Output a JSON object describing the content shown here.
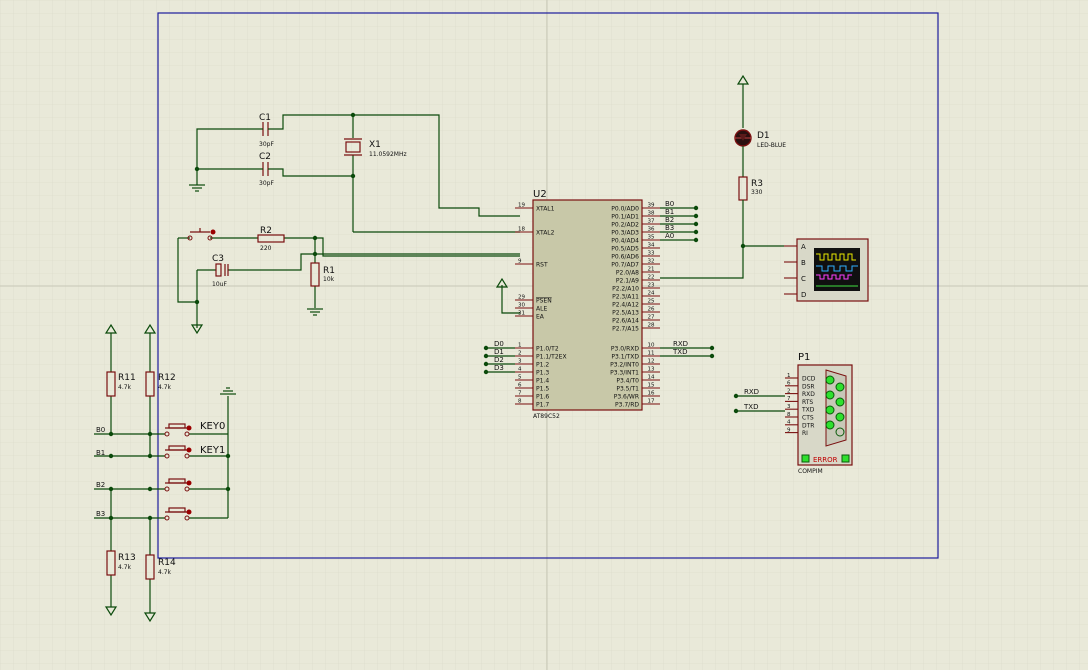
{
  "colors": {
    "background": "#e9e9d9",
    "grid": "#d9d9c8",
    "wire": "#0b4a0b",
    "component": "#7a1010",
    "body": "#c8c8a8",
    "sheet_border": "#1c1c9c"
  },
  "components": {
    "c1": {
      "ref": "C1",
      "value": "30pF"
    },
    "c2": {
      "ref": "C2",
      "value": "30pF"
    },
    "x1": {
      "ref": "X1",
      "value": "11.0592MHz"
    },
    "r2": {
      "ref": "R2",
      "value": "220"
    },
    "c3": {
      "ref": "C3",
      "value": "10uF"
    },
    "r1": {
      "ref": "R1",
      "value": "10k"
    },
    "r3": {
      "ref": "R3",
      "value": "330"
    },
    "d1": {
      "ref": "D1",
      "value": "LED-BLUE"
    },
    "u2": {
      "ref": "U2",
      "part": "AT89C52"
    },
    "p1": {
      "ref": "P1",
      "part": "COMPIM",
      "status": "ERROR"
    },
    "r11": {
      "ref": "R11",
      "value": "4.7k"
    },
    "r12": {
      "ref": "R12",
      "value": "4.7k"
    },
    "r13": {
      "ref": "R13",
      "value": "4.7k"
    },
    "r14": {
      "ref": "R14",
      "value": "4.7k"
    },
    "key0": {
      "ref": "KEY0"
    },
    "key1": {
      "ref": "KEY1"
    }
  },
  "u2_left_pins": [
    {
      "num": "19",
      "name": "XTAL1"
    },
    {
      "num": "18",
      "name": "XTAL2"
    },
    {
      "num": "9",
      "name": "RST"
    },
    {
      "num": "29",
      "name": "PSEN"
    },
    {
      "num": "30",
      "name": "ALE"
    },
    {
      "num": "31",
      "name": "EA"
    },
    {
      "num": "1",
      "name": "P1.0/T2"
    },
    {
      "num": "2",
      "name": "P1.1/T2EX"
    },
    {
      "num": "3",
      "name": "P1.2"
    },
    {
      "num": "4",
      "name": "P1.3"
    },
    {
      "num": "5",
      "name": "P1.4"
    },
    {
      "num": "6",
      "name": "P1.5"
    },
    {
      "num": "7",
      "name": "P1.6"
    },
    {
      "num": "8",
      "name": "P1.7"
    }
  ],
  "u2_right_pins": [
    {
      "num": "39",
      "name": "P0.0/AD0"
    },
    {
      "num": "38",
      "name": "P0.1/AD1"
    },
    {
      "num": "37",
      "name": "P0.2/AD2"
    },
    {
      "num": "36",
      "name": "P0.3/AD3"
    },
    {
      "num": "35",
      "name": "P0.4/AD4"
    },
    {
      "num": "34",
      "name": "P0.5/AD5"
    },
    {
      "num": "33",
      "name": "P0.6/AD6"
    },
    {
      "num": "32",
      "name": "P0.7/AD7"
    },
    {
      "num": "21",
      "name": "P2.0/A8"
    },
    {
      "num": "22",
      "name": "P2.1/A9"
    },
    {
      "num": "23",
      "name": "P2.2/A10"
    },
    {
      "num": "24",
      "name": "P2.3/A11"
    },
    {
      "num": "25",
      "name": "P2.4/A12"
    },
    {
      "num": "26",
      "name": "P2.5/A13"
    },
    {
      "num": "27",
      "name": "P2.6/A14"
    },
    {
      "num": "28",
      "name": "P2.7/A15"
    },
    {
      "num": "10",
      "name": "P3.0/RXD"
    },
    {
      "num": "11",
      "name": "P3.1/TXD"
    },
    {
      "num": "12",
      "name": "P3.2/INT0"
    },
    {
      "num": "13",
      "name": "P3.3/INT1"
    },
    {
      "num": "14",
      "name": "P3.4/T0"
    },
    {
      "num": "15",
      "name": "P3.5/T1"
    },
    {
      "num": "16",
      "name": "P3.6/WR"
    },
    {
      "num": "17",
      "name": "P3.7/RD"
    }
  ],
  "net_labels": {
    "p0": [
      "B0",
      "B1",
      "B2",
      "B3",
      "A0"
    ],
    "p1": [
      "D0",
      "D1",
      "D2",
      "D3"
    ],
    "p3": [
      "RXD",
      "TXD"
    ],
    "p1conn": [
      "RXD",
      "TXD"
    ],
    "keys": [
      "B0",
      "B1",
      "B2",
      "B3"
    ]
  },
  "compim_pins": [
    {
      "num": "1",
      "name": "DCD"
    },
    {
      "num": "6",
      "name": "DSR"
    },
    {
      "num": "2",
      "name": "RXD"
    },
    {
      "num": "7",
      "name": "RTS"
    },
    {
      "num": "3",
      "name": "TXD"
    },
    {
      "num": "8",
      "name": "CTS"
    },
    {
      "num": "4",
      "name": "DTR"
    },
    {
      "num": "9",
      "name": "RI"
    }
  ],
  "scope_channels": [
    "A",
    "B",
    "C",
    "D"
  ]
}
